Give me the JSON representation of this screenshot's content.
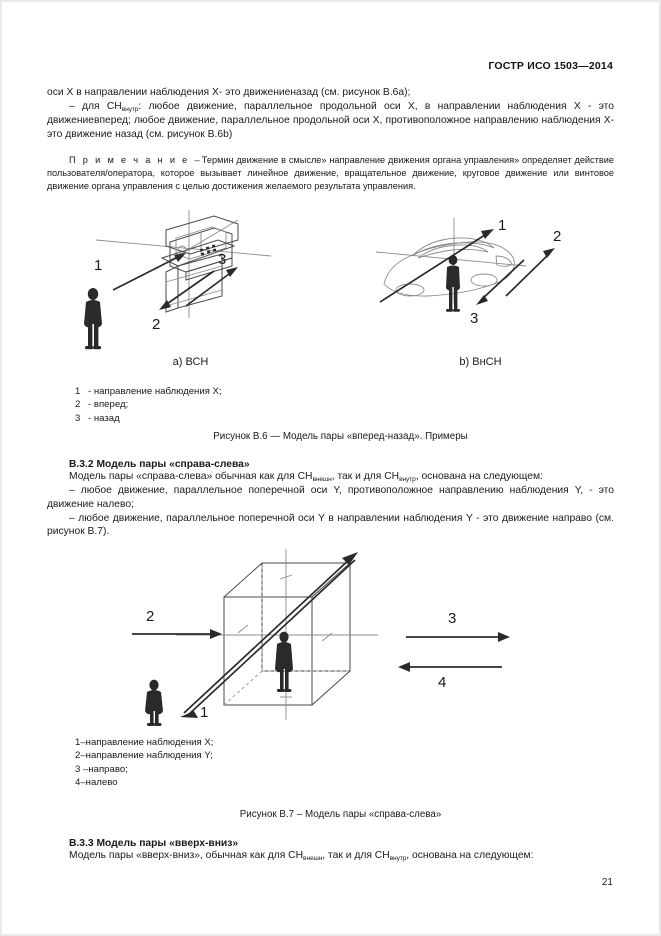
{
  "document": {
    "header": "ГОСТР ИСО 1503—2014",
    "page_number": "21"
  },
  "paragraphs": {
    "p1": "оси X в направлении наблюдения X- это движениеназад (см. рисунок B.6a);",
    "p2_pre": "– для CH",
    "p2_sub": "внутр",
    "p2_post": ": любое движение, параллельное продольной оси X, в направлении наблюдения X - это движениевперед; любое движение, параллельное продольной оси X, противоположное направлению наблюдения X- это движение назад (см. рисунок B.6b)",
    "note_lead": "П р и м е ч а н и е –",
    "note_text": "Термин движение в смысле» направление движения органа управления» определяет действие пользователя/оператора, которое вызывает линейное движение, вращательное движение, круговое движение или винтовое движение органа управления с целью достижения желаемого результата управления."
  },
  "figure_b6": {
    "sub_a": "a) ВСН",
    "sub_b": "b) ВнСН",
    "callouts_a": [
      "1",
      "2",
      "3"
    ],
    "callouts_b": [
      "1",
      "2",
      "3"
    ],
    "legend": [
      {
        "num": "1",
        "text": "- направление наблюдения X;"
      },
      {
        "num": "2",
        "text": "- вперед;"
      },
      {
        "num": "3",
        "text": "- назад"
      }
    ],
    "caption": "Рисунок B.6 — Модель пары «вперед-назад». Примеры"
  },
  "section_b32": {
    "heading": "B.3.2  Модель пары «справа-слева»",
    "intro_pre": "Модель пары «справа-слева» обычная как для CH",
    "intro_sub1": "внешн",
    "intro_mid": ", так и для CH",
    "intro_sub2": "внутр",
    "intro_post": ", основана на следующем:",
    "bullet1": "– любое движение, параллельное поперечной оси Y, противоположное направлению наблюдения Y, - это движение налево;",
    "bullet2": "– любое движение, параллельное поперечной оси Y в направлении наблюдения Y - это движение направо (см. рисунок B.7)."
  },
  "figure_b7": {
    "callouts": [
      "1",
      "2",
      "3",
      "4"
    ],
    "legend": [
      "1–направление наблюдения X;",
      "2–направление наблюдения Y;",
      "3 –направо;",
      "4–налево"
    ],
    "caption": "Рисунок B.7 – Модель пары «справа-слева»"
  },
  "section_b33": {
    "heading": "B.3.3  Модель пары «вверх-вниз»",
    "intro_pre": "Модель пары «вверх-вниз», обычная как для CH",
    "intro_sub1": "внешн",
    "intro_mid": ", так и для CH",
    "intro_sub2": "внутр",
    "intro_post": ", основана на следующем:"
  }
}
